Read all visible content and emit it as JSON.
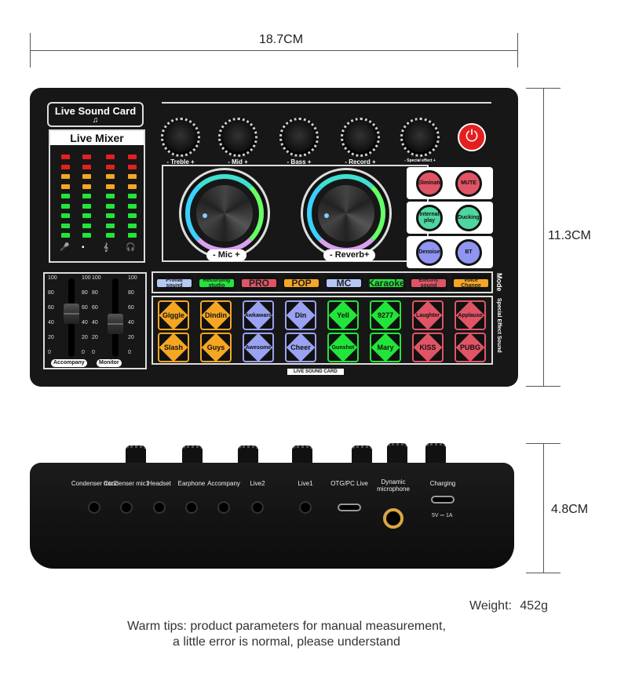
{
  "dimensions": {
    "width": "18.7CM",
    "height": "11.3CM",
    "depth": "4.8CM"
  },
  "card": {
    "title": "Live Sound Card",
    "mixer_title": "Live Mixer",
    "mixer_icons": [
      "microphone-icon",
      "speaker-icon",
      "music-clef-icon",
      "headphones-icon"
    ],
    "knobs": [
      "- Treble +",
      "- Mid +",
      "- Bass +",
      "- Record +",
      "- Special effect +"
    ],
    "power_icon": "power-icon",
    "big_knobs": [
      "- Mic +",
      "- Reverb+"
    ],
    "function_buttons": [
      {
        "label": "Eliminate",
        "color": "#e05466"
      },
      {
        "label": "MUTE",
        "color": "#e05466"
      },
      {
        "label": "Internal play",
        "color": "#4fd6a0"
      },
      {
        "label": "Ducking",
        "color": "#4fd6a0"
      },
      {
        "label": "Denoise",
        "color": "#8f95f0"
      },
      {
        "label": "BT",
        "color": "#8f95f0"
      }
    ],
    "mode_label": "Mode",
    "modes": [
      {
        "label": "Primal sound",
        "color": "#b4c8f5"
      },
      {
        "label": "Recording studio",
        "color": "#22e53a"
      },
      {
        "label": "PRO",
        "color": "#e05466"
      },
      {
        "label": "POP",
        "color": "#f5a623"
      },
      {
        "label": "MC",
        "color": "#b4c8f5"
      },
      {
        "label": "Karaoke",
        "color": "#22e53a"
      },
      {
        "label": "Electric sound",
        "color": "#e05466"
      },
      {
        "label": "Voice Change",
        "color": "#f5a623"
      }
    ],
    "effects_label": "Special Effect Sound",
    "effects": [
      {
        "label": "Giggle",
        "color": "#f5a623"
      },
      {
        "label": "Dindin",
        "color": "#f5a623"
      },
      {
        "label": "Awkaward",
        "color": "#9aa2f2"
      },
      {
        "label": "Din",
        "color": "#9aa2f2"
      },
      {
        "label": "Yell",
        "color": "#22e53a"
      },
      {
        "label": "9277",
        "color": "#22e53a"
      },
      {
        "label": "Laughter",
        "color": "#e05466"
      },
      {
        "label": "Applause",
        "color": "#e05466"
      },
      {
        "label": "Slash",
        "color": "#f5a623"
      },
      {
        "label": "Guys",
        "color": "#f5a623"
      },
      {
        "label": "Awesome",
        "color": "#9aa2f2"
      },
      {
        "label": "Cheer",
        "color": "#9aa2f2"
      },
      {
        "label": "Gunshot",
        "color": "#22e53a"
      },
      {
        "label": "Mary",
        "color": "#22e53a"
      },
      {
        "label": "KISS",
        "color": "#e05466"
      },
      {
        "label": "PUBG",
        "color": "#e05466"
      }
    ],
    "fader_scale": [
      "100",
      "80",
      "60",
      "40",
      "20",
      "0"
    ],
    "faders": [
      {
        "label": "Accompany",
        "level": 55
      },
      {
        "label": "Monitor",
        "level": 42
      }
    ],
    "footer": "LIVE SOUND CARD"
  },
  "ports": [
    {
      "label": "Condenser mic2",
      "type": "jack"
    },
    {
      "label": "Condenser mic1",
      "type": "jack"
    },
    {
      "label": "Headset",
      "type": "jack"
    },
    {
      "label": "Earphone",
      "type": "jack"
    },
    {
      "label": "Accompany",
      "type": "jack"
    },
    {
      "label": "Live2",
      "type": "jack"
    },
    {
      "label": "Live1",
      "type": "jack"
    },
    {
      "label": "OTG/PC Live",
      "type": "usbc"
    },
    {
      "label": "Dynamic microphone",
      "type": "xlr"
    },
    {
      "label": "Charging",
      "type": "usbc"
    }
  ],
  "charging_spec": "5V ⎓ 1A",
  "weight_label": "Weight:",
  "weight_value": "452g",
  "tips": [
    "Warm tips: product parameters for manual measurement,",
    "a little error is normal, please understand"
  ]
}
